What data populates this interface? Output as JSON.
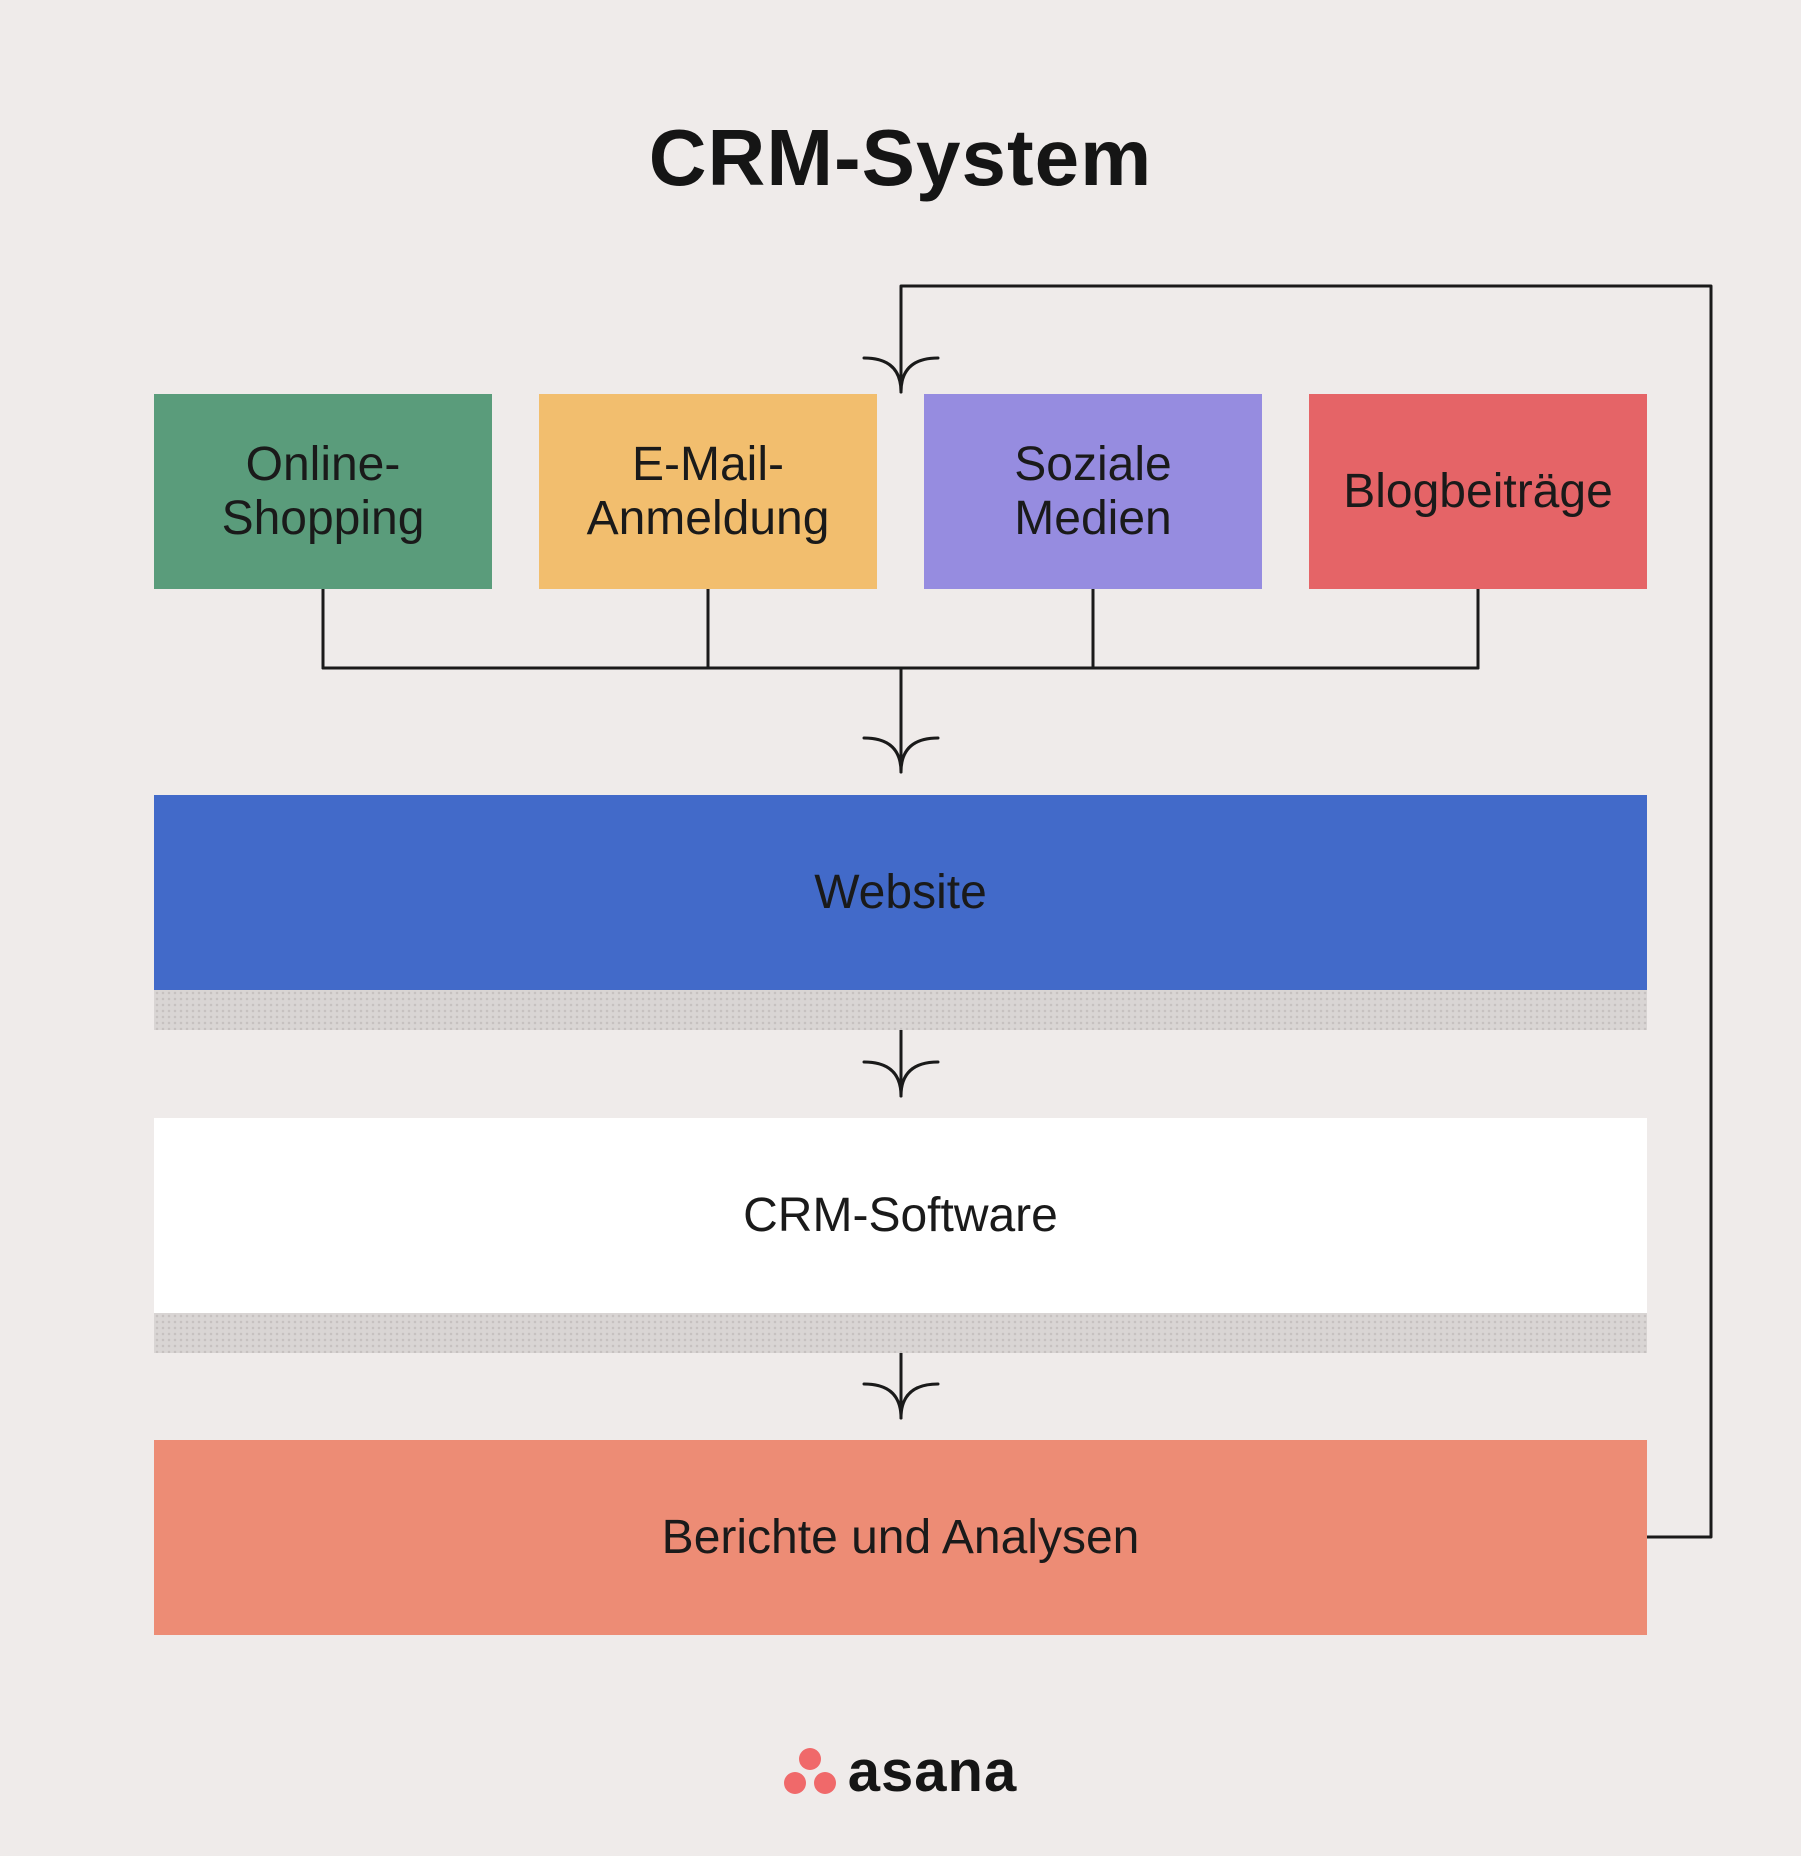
{
  "title": "CRM-System",
  "sources": [
    {
      "lines": [
        "Online-",
        "Shopping"
      ],
      "color": "#5a9c7b"
    },
    {
      "lines": [
        "E-Mail-",
        "Anmeldung"
      ],
      "color": "#f2be6e"
    },
    {
      "lines": [
        "Soziale",
        "Medien"
      ],
      "color": "#968ce0"
    },
    {
      "lines": [
        "Blogbeiträge"
      ],
      "color": "#e56467"
    }
  ],
  "stages": {
    "website": {
      "label": "Website",
      "color": "#426ac9"
    },
    "crm_software": {
      "label": "CRM-Software",
      "color": "#ffffff"
    },
    "reports": {
      "label": "Berichte und Analysen",
      "color": "#ed8c75"
    }
  },
  "logo": {
    "text": "asana",
    "mark_color": "#f0696a",
    "icon": "asana-dots-icon"
  }
}
